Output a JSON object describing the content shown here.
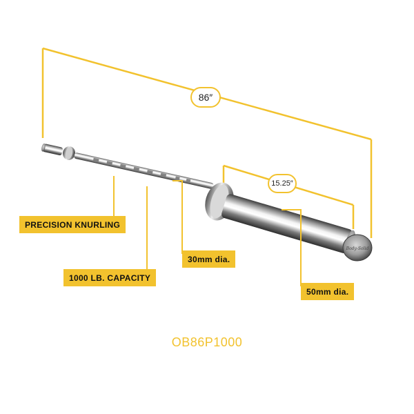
{
  "brand_color": "#f2c22e",
  "dimensions": {
    "overall_length": "86″",
    "sleeve_length": "15.25″"
  },
  "callouts": {
    "knurling": "PRECISION KNURLING",
    "capacity": "1000 LB. CAPACITY",
    "shaft_diameter": "30mm dia.",
    "sleeve_diameter": "50mm dia."
  },
  "endcap_engraving": "Body-Solid",
  "model_code": "OB86P1000",
  "product_image": "olympic-barbell-chrome"
}
